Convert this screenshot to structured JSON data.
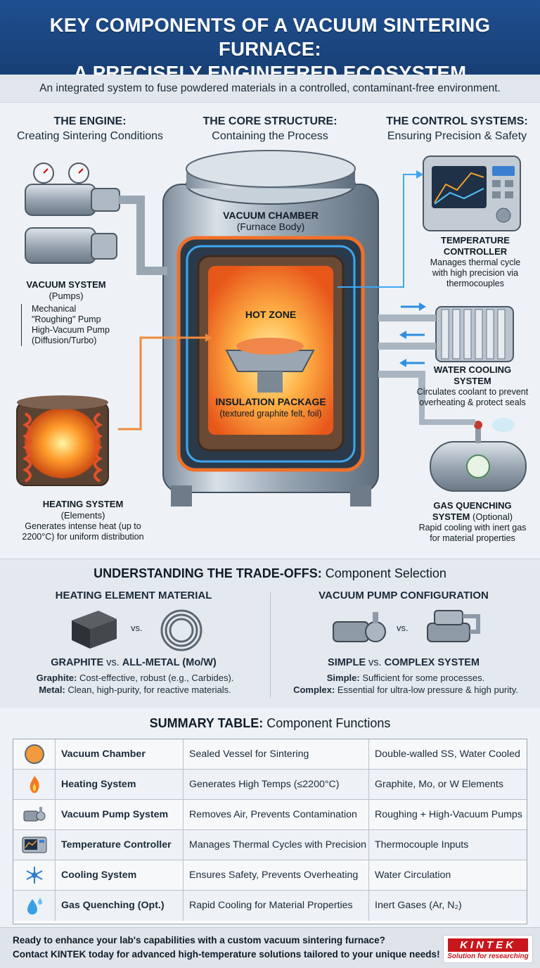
{
  "header": {
    "title_line1": "KEY COMPONENTS OF A VACUUM SINTERING FURNACE:",
    "title_line2": "A PRECISELY ENGINEERED ECOSYSTEM",
    "subtitle": "An integrated system to fuse powdered materials in a controlled, contaminant-free environment."
  },
  "columns": [
    {
      "title": "THE ENGINE:",
      "subtitle": "Creating Sintering Conditions"
    },
    {
      "title": "THE CORE STRUCTURE:",
      "subtitle": "Containing the Process"
    },
    {
      "title": "THE CONTROL SYSTEMS:",
      "subtitle": "Ensuring Precision & Safety"
    }
  ],
  "diagram": {
    "vacuum_chamber": {
      "title": "VACUUM CHAMBER",
      "sub": "(Furnace Body)"
    },
    "hot_zone": "HOT ZONE",
    "insulation": {
      "title": "INSULATION PACKAGE",
      "sub": "(textured graphite felt, foil)"
    },
    "vacuum_system": {
      "title": "VACUUM SYSTEM",
      "sub": "(Pumps)",
      "item1_a": "Mechanical",
      "item1_b": "\"Roughing\" Pump",
      "item2_a": "High-Vacuum Pump",
      "item2_b": "(Diffusion/Turbo)"
    },
    "heating_system": {
      "title": "HEATING SYSTEM",
      "sub": "(Elements)",
      "desc1": "Generates intense heat (up to",
      "desc2": "2200°C) for uniform distribution"
    },
    "temperature_controller": {
      "title1": "TEMPERATURE",
      "title2": "CONTROLLER",
      "desc1": "Manages thermal cycle",
      "desc2": "with high precision via",
      "desc3": "thermocouples"
    },
    "water_cooling": {
      "title1": "WATER COOLING",
      "title2": "SYSTEM",
      "desc1": "Circulates coolant to prevent",
      "desc2": "overheating & protect seals"
    },
    "gas_quenching": {
      "title1": "GAS QUENCHING",
      "title2": "SYSTEM",
      "opt": " (Optional)",
      "desc1": "Rapid cooling with inert gas",
      "desc2": "for material properties"
    }
  },
  "tradeoffs": {
    "title_bold": "UNDERSTANDING THE TRADE-OFFS:",
    "title_rest": " Component Selection",
    "left": {
      "heading": "HEATING ELEMENT MATERIAL",
      "vs": "vs.",
      "compare_a": "GRAPHITE",
      "compare_vs": " vs. ",
      "compare_b": "ALL-METAL (Mo/W)",
      "line1_b": "Graphite:",
      "line1": " Cost-effective, robust (e.g., Carbides).",
      "line2_b": "Metal:",
      "line2": " Clean, high-purity, for reactive materials."
    },
    "right": {
      "heading": "VACUUM PUMP CONFIGURATION",
      "vs": "vs.",
      "compare_a": "SIMPLE",
      "compare_vs": " vs. ",
      "compare_b": "COMPLEX SYSTEM",
      "line1_b": "Simple:",
      "line1": " Sufficient for some processes.",
      "line2_b": "Complex:",
      "line2": " Essential for ultra-low pressure & high purity."
    }
  },
  "summary": {
    "title_bold": "SUMMARY TABLE:",
    "title_rest": " Component Functions",
    "rows": [
      {
        "icon": "sphere-icon",
        "component": "Vacuum Chamber",
        "function": "Sealed Vessel for Sintering",
        "detail": "Double-walled SS, Water Cooled"
      },
      {
        "icon": "flame-icon",
        "component": "Heating System",
        "function": "Generates High Temps (≤2200°C)",
        "detail": "Graphite, Mo, or W Elements"
      },
      {
        "icon": "pump-icon",
        "component": "Vacuum Pump System",
        "function": "Removes Air, Prevents Contamination",
        "detail": "Roughing + High-Vacuum Pumps"
      },
      {
        "icon": "controller-icon",
        "component": "Temperature Controller",
        "function": "Manages Thermal Cycles with Precision",
        "detail": "Thermocouple Inputs"
      },
      {
        "icon": "snowflake-icon",
        "component": "Cooling System",
        "function": "Ensures Safety, Prevents Overheating",
        "detail": "Water Circulation"
      },
      {
        "icon": "droplets-icon",
        "component": "Gas Quenching (Opt.)",
        "function": "Rapid Cooling for Material Properties",
        "detail": "Inert Gases (Ar, N₂)"
      }
    ]
  },
  "footer": {
    "line1": "Ready to enhance your lab's capabilities with a custom vacuum sintering furnace?",
    "line2": "Contact KINTEK today for advanced high-temperature solutions tailored to your unique needs!",
    "logo_text": "KINTEK",
    "logo_tagline": "Solution for researching"
  }
}
